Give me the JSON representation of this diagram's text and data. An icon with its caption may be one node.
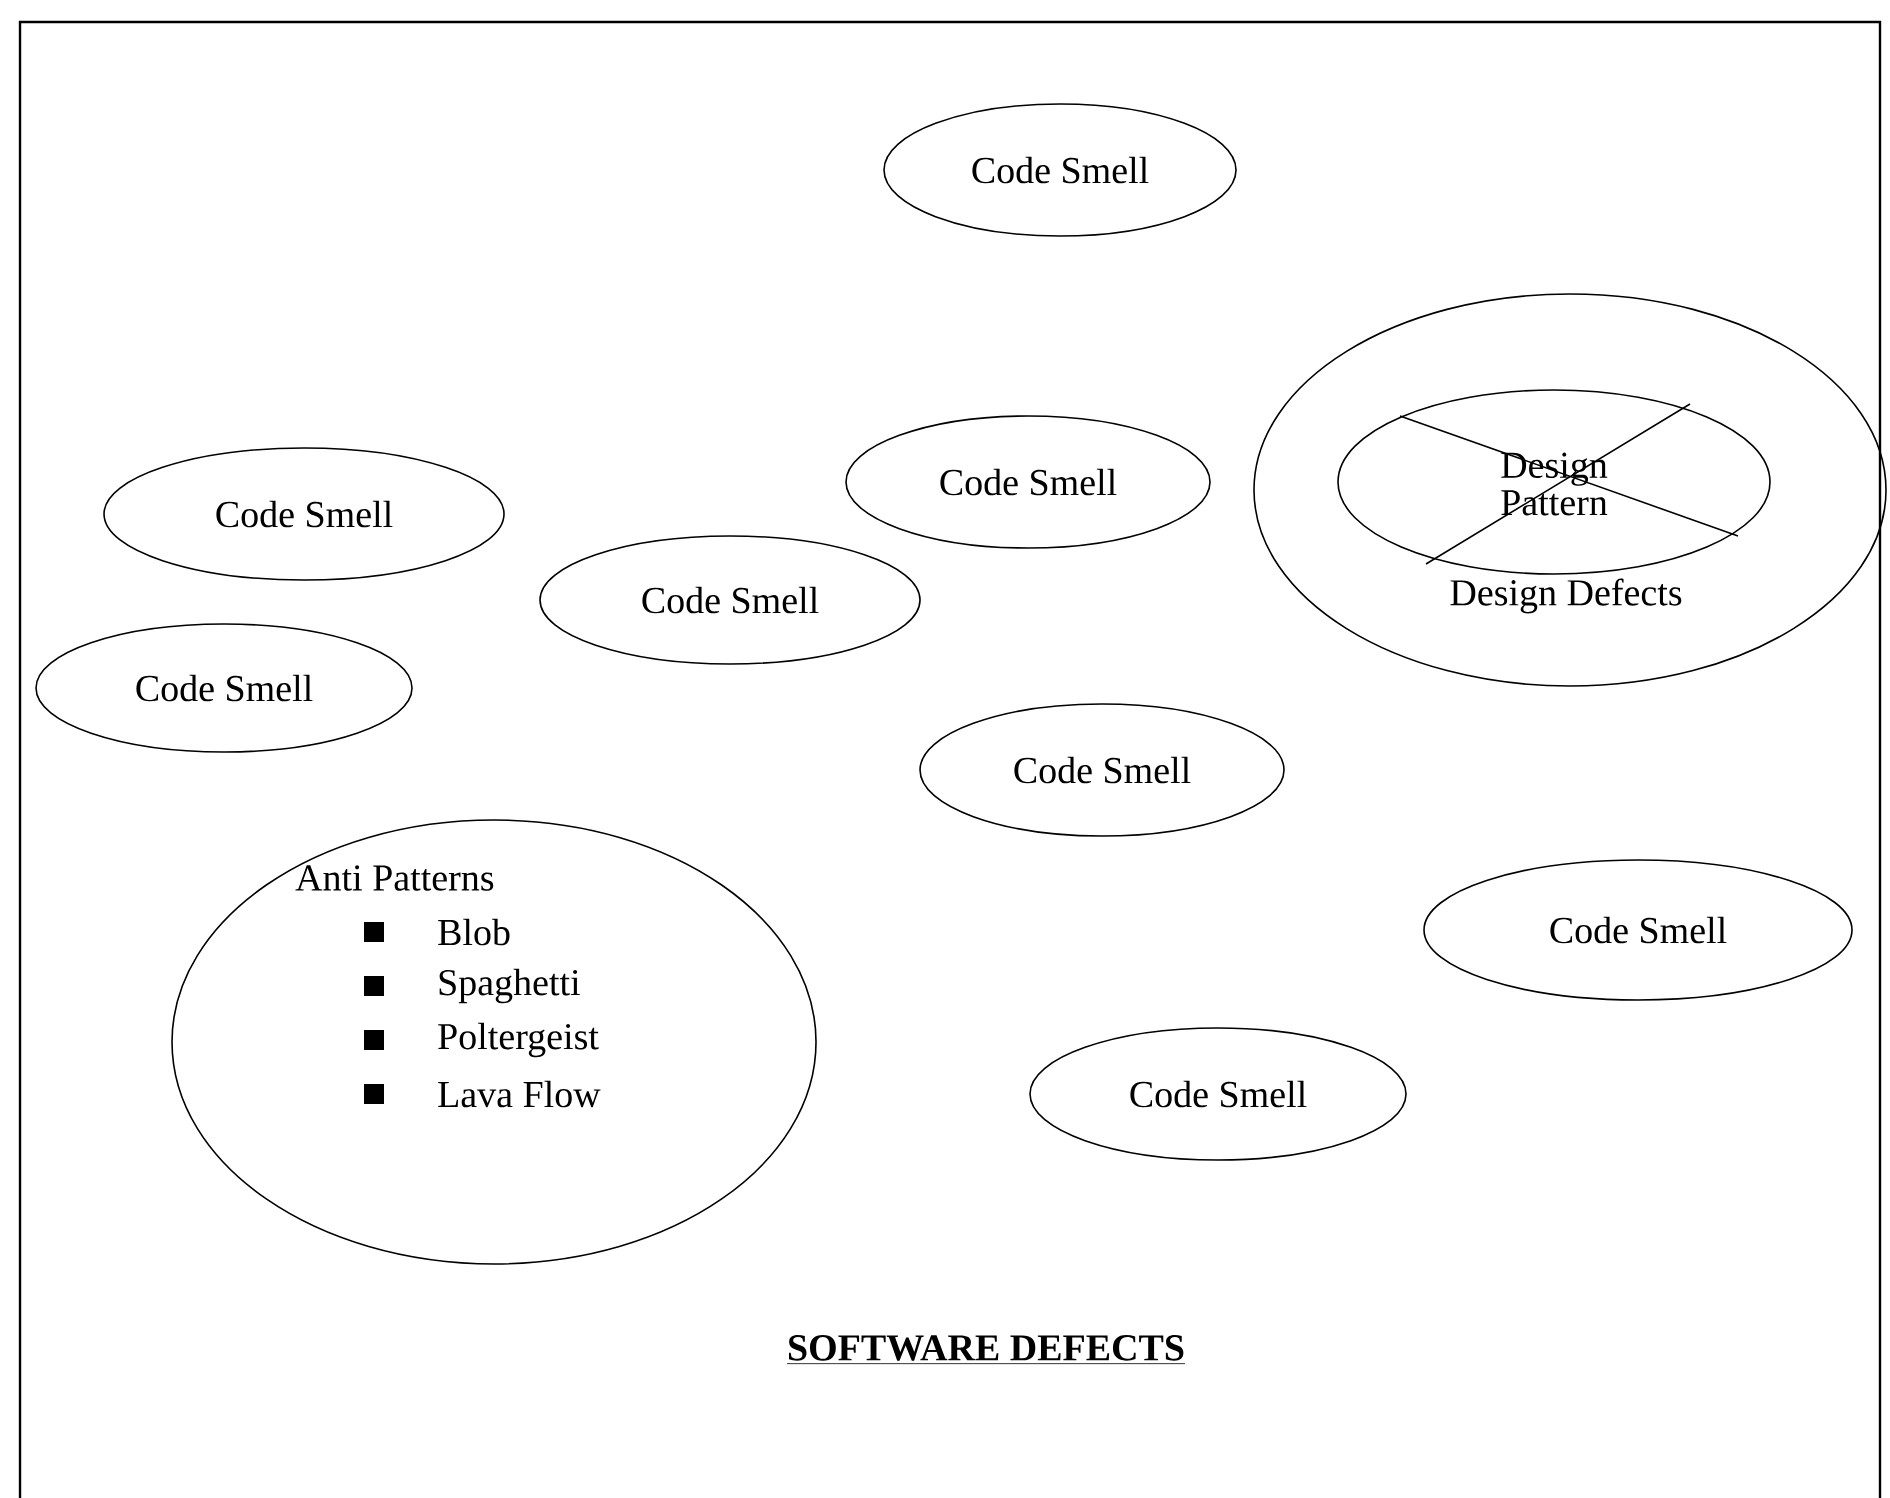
{
  "diagram": {
    "title": "SOFTWARE DEFECTS",
    "nodes": [
      {
        "text": [
          "Code Smell"
        ]
      },
      {
        "text": [
          "Design Defects"
        ]
      },
      {
        "text": [
          "Design Pattern"
        ],
        "in": 1
      },
      {
        "text": [
          "Code Smell"
        ]
      },
      {
        "text": [
          "Code Smell"
        ]
      },
      {
        "text": [
          "Code Smell"
        ]
      },
      {
        "text": [
          "Code Smell"
        ]
      },
      {
        "text": [
          "Code Smell"
        ]
      },
      {
        "text": [
          "Anti Patterns",
          "Blob",
          "Spaghetti",
          "Poltergeist",
          "Lava Flow"
        ]
      },
      {
        "text": [
          "Code Smell"
        ]
      },
      {
        "text": [
          "Code Smell"
        ]
      }
    ]
  }
}
